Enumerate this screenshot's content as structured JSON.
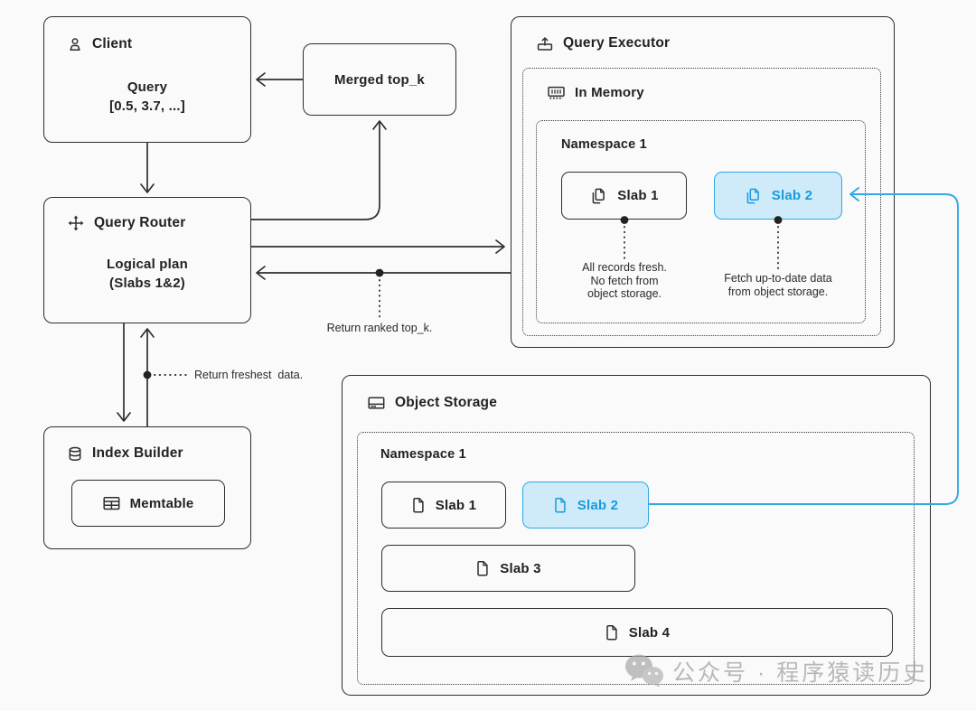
{
  "client": {
    "title": "Client",
    "query_line1": "Query",
    "query_line2": "[0.5, 3.7, ...]"
  },
  "merged_top_k": {
    "label": "Merged top_k"
  },
  "query_router": {
    "title": "Query Router",
    "plan_line1": "Logical plan",
    "plan_line2": "(Slabs 1&2)"
  },
  "query_executor": {
    "title": "Query Executor",
    "in_memory": {
      "title": "In Memory",
      "namespace": {
        "title": "Namespace 1",
        "slab1": {
          "label": "Slab 1",
          "note": "All records fresh.\nNo fetch from\nobject storage."
        },
        "slab2": {
          "label": "Slab 2",
          "note": "Fetch up-to-date data\nfrom object storage."
        }
      }
    }
  },
  "index_builder": {
    "title": "Index Builder",
    "memtable_label": "Memtable"
  },
  "object_storage": {
    "title": "Object Storage",
    "namespace": {
      "title": "Namespace 1",
      "slab1": "Slab 1",
      "slab2": "Slab 2",
      "slab3": "Slab 3",
      "slab4": "Slab 4"
    }
  },
  "annotations": {
    "return_ranked": "Return ranked top_k.",
    "return_freshest": "Return freshest  data."
  },
  "watermark": {
    "text": "公众号 · 程序猿读历史"
  },
  "colors": {
    "ink": "#2e2e2e",
    "accent_blue": "#2fa9e3",
    "accent_blue_fill": "#cfeaf9",
    "background": "#fafafa"
  }
}
